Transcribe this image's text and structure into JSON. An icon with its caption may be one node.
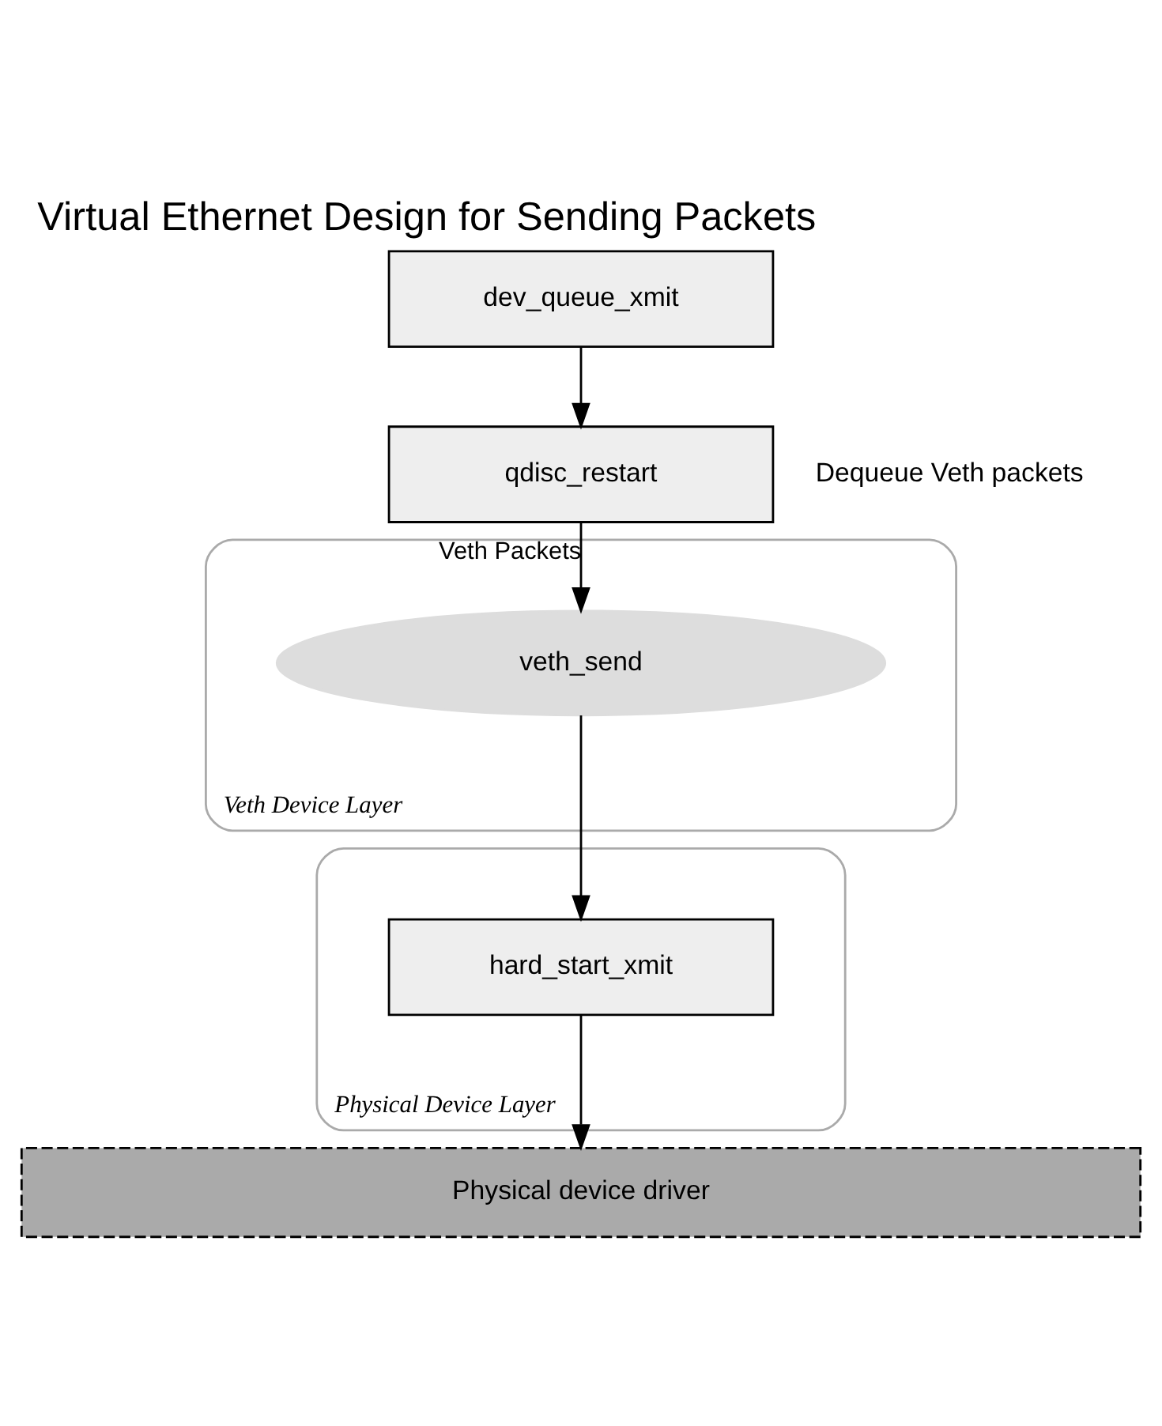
{
  "diagram": {
    "title": "Virtual Ethernet Design for Sending Packets",
    "nodes": [
      {
        "text": [
          "dev_queue_xmit"
        ]
      },
      {
        "text": [
          "qdisc_restart"
        ],
        "beside": [
          "Dequeue Veth packets"
        ]
      },
      {
        "text": [
          "Veth Device Layer"
        ]
      },
      {
        "text": [
          "veth_send"
        ],
        "in": 2
      },
      {
        "text": [
          "Physical Device Layer"
        ]
      },
      {
        "text": [
          "hard_start_xmit"
        ],
        "in": 4
      },
      {
        "text": [
          "Physical device driver"
        ]
      }
    ],
    "edges": [
      {
        "from": 0,
        "to": 1,
        "arrow": "to"
      },
      {
        "from": 1,
        "to": 3,
        "arrow": "to",
        "label": "Veth Packets"
      },
      {
        "from": 3,
        "to": 5,
        "arrow": "to"
      },
      {
        "from": 5,
        "to": 6,
        "arrow": "to"
      }
    ]
  }
}
